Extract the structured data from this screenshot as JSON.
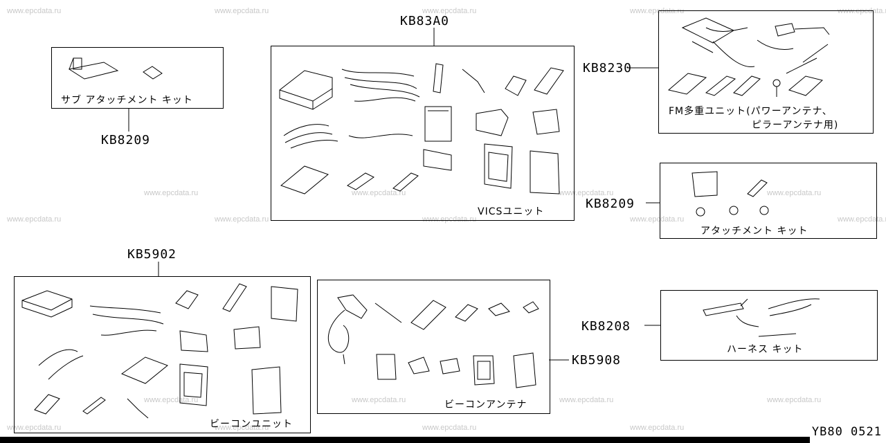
{
  "watermark": "www.epcdata.ru",
  "groups": [
    {
      "id": "sub-attach",
      "code": "KB8209",
      "caption": "サブ アタッチメント キット"
    },
    {
      "id": "vics",
      "code": "KB83A0",
      "caption": "VICSユニット"
    },
    {
      "id": "fm",
      "code": "KB8230",
      "caption_line1": "FM多重ユニット(パワーアンテナ、",
      "caption_line2": "ピラーアンテナ用)"
    },
    {
      "id": "attach",
      "code": "KB8209",
      "caption": "アタッチメント キット"
    },
    {
      "id": "beacon-unit",
      "code": "KB5902",
      "caption": "ビーコンユニット"
    },
    {
      "id": "beacon-antenna",
      "code": "KB5908",
      "caption": "ビーコンアンテナ"
    },
    {
      "id": "harness",
      "code": "KB8208",
      "caption": "ハーネス キット"
    }
  ],
  "diagram_ref": "YB80 0521"
}
